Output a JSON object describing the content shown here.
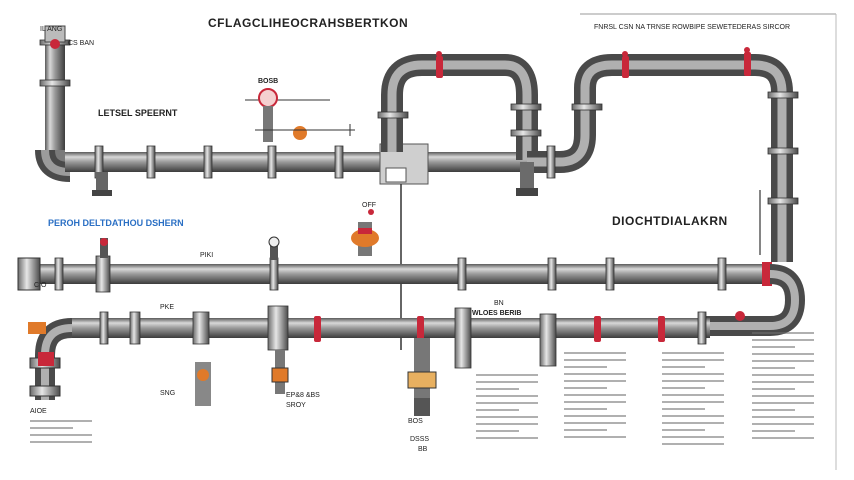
{
  "diagram": {
    "title": "CFLAGCLIHEOCRAHSBERTKON",
    "top_right_caption": "FNRSL CSN NA TRNSE ROWBIPE SEWETEDERAS SIRCOR",
    "left_top_label": "IL ANG",
    "left_top_sublabel": "CS BAN",
    "lateral_label": "LETSEL SPEERNT",
    "valve_label_top": "BOSB",
    "blue_label": "PEROH DELTDATHOU DSHERN",
    "right_label": "DIOCHTDIALAKRN",
    "off_label": "OFF",
    "pipe_label_mid": "PIKI",
    "pipe_label_low": "PKE",
    "small_tag_1": "CIO",
    "small_tag_2": "SNG",
    "small_tag_3": "BOS",
    "small_tag_4": "EP&8 &BS",
    "small_tag_5": "DSSS",
    "small_tag_6": "WLOES BERIB",
    "small_tag_7": "BN",
    "small_tag_8": "AIOE",
    "small_tag_9": "SROY",
    "small_tag_10": "BB"
  },
  "colors": {
    "pipe_dark": "#4a4a4a",
    "pipe_mid": "#8c8c8c",
    "pipe_light": "#d9d9d9",
    "valve_red": "#c8283a",
    "valve_orange": "#e07a2a",
    "line": "#333333",
    "label_blue": "#2a6fc4"
  },
  "icons": [
    "valve-icon",
    "gauge-icon",
    "flange-icon",
    "elbow-icon",
    "tee-icon"
  ]
}
